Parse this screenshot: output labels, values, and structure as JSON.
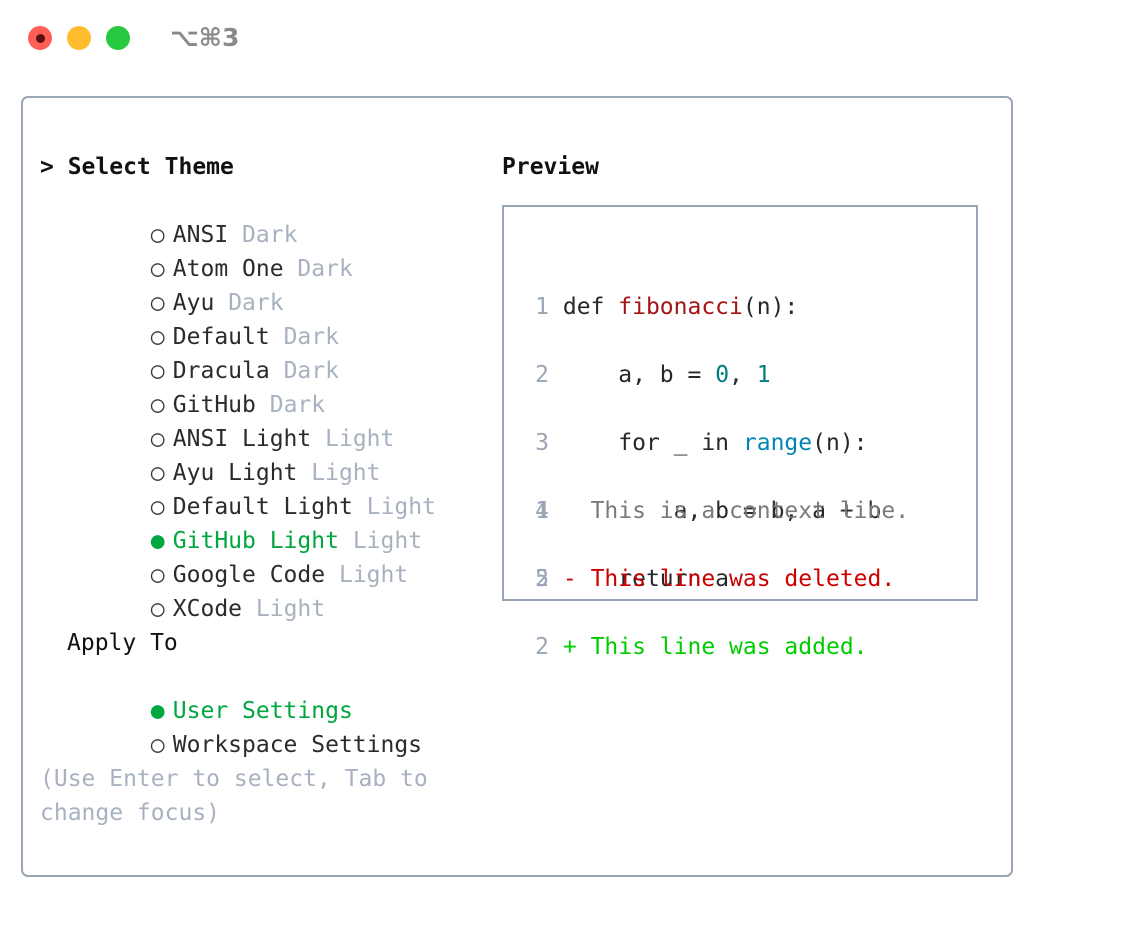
{
  "window": {
    "title": "⌥⌘3",
    "traffic_lights": [
      {
        "name": "close-button",
        "color": "#ff5f57"
      },
      {
        "name": "minimize-button",
        "color": "#ffbd2e"
      },
      {
        "name": "maximize-button",
        "color": "#28c840"
      }
    ]
  },
  "theme_picker": {
    "header": "> Select Theme",
    "selected_theme": "GitHub Light",
    "selected_color": "#00a63f",
    "variant_color": "#a8b1c0",
    "items": [
      {
        "bullet": "○",
        "name": "ANSI",
        "variant": "Dark",
        "selected": false
      },
      {
        "bullet": "○",
        "name": "Atom One",
        "variant": "Dark",
        "selected": false
      },
      {
        "bullet": "○",
        "name": "Ayu",
        "variant": "Dark",
        "selected": false
      },
      {
        "bullet": "○",
        "name": "Default",
        "variant": "Dark",
        "selected": false
      },
      {
        "bullet": "○",
        "name": "Dracula",
        "variant": "Dark",
        "selected": false
      },
      {
        "bullet": "○",
        "name": "GitHub",
        "variant": "Dark",
        "selected": false
      },
      {
        "bullet": "○",
        "name": "ANSI Light",
        "variant": "Light",
        "selected": false
      },
      {
        "bullet": "○",
        "name": "Ayu Light",
        "variant": "Light",
        "selected": false
      },
      {
        "bullet": "○",
        "name": "Default Light",
        "variant": "Light",
        "selected": false
      },
      {
        "bullet": "●",
        "name": "GitHub Light",
        "variant": "Light",
        "selected": true
      },
      {
        "bullet": "○",
        "name": "Google Code",
        "variant": "Light",
        "selected": false
      },
      {
        "bullet": "○",
        "name": "XCode",
        "variant": "Light",
        "selected": false
      }
    ]
  },
  "apply_to": {
    "header": "Apply To",
    "options": [
      {
        "bullet": "●",
        "label": "User Settings",
        "selected": true
      },
      {
        "bullet": "○",
        "label": "Workspace Settings",
        "selected": false
      }
    ]
  },
  "hint": "(Use Enter to select, Tab to change focus)",
  "preview": {
    "header": "Preview",
    "code_lines": [
      {
        "number": "1",
        "tokens": [
          {
            "text": "def ",
            "type": "plain"
          },
          {
            "text": "fibonacci",
            "type": "func"
          },
          {
            "text": "(n):",
            "type": "plain"
          }
        ]
      },
      {
        "number": "2",
        "tokens": [
          {
            "text": "    a, b = ",
            "type": "plain"
          },
          {
            "text": "0",
            "type": "num"
          },
          {
            "text": ", ",
            "type": "plain"
          },
          {
            "text": "1",
            "type": "num"
          }
        ]
      },
      {
        "number": "3",
        "tokens": [
          {
            "text": "    for _ in ",
            "type": "plain"
          },
          {
            "text": "range",
            "type": "builtin"
          },
          {
            "text": "(n):",
            "type": "plain"
          }
        ]
      },
      {
        "number": "4",
        "tokens": [
          {
            "text": "        a, b = b, a + b",
            "type": "plain"
          }
        ]
      },
      {
        "number": "5",
        "tokens": [
          {
            "text": "    return a",
            "type": "plain"
          }
        ]
      }
    ],
    "diff_lines": [
      {
        "number": "1",
        "marker": " ",
        "text": " This is a context line.",
        "kind": "context"
      },
      {
        "number": "2",
        "marker": "-",
        "text": " This line was deleted.",
        "kind": "del"
      },
      {
        "number": "2",
        "marker": "+",
        "text": " This line was added.",
        "kind": "add"
      }
    ],
    "diff_colors": {
      "context": "#7a7a7a",
      "deleted": "#cc0000",
      "added": "#00cc00"
    },
    "syntax_colors": {
      "function": "#a31515",
      "number": "#007d7d",
      "builtin": "#0086b3",
      "plain": "#24292e",
      "line_number": "#9aa5b5"
    }
  }
}
